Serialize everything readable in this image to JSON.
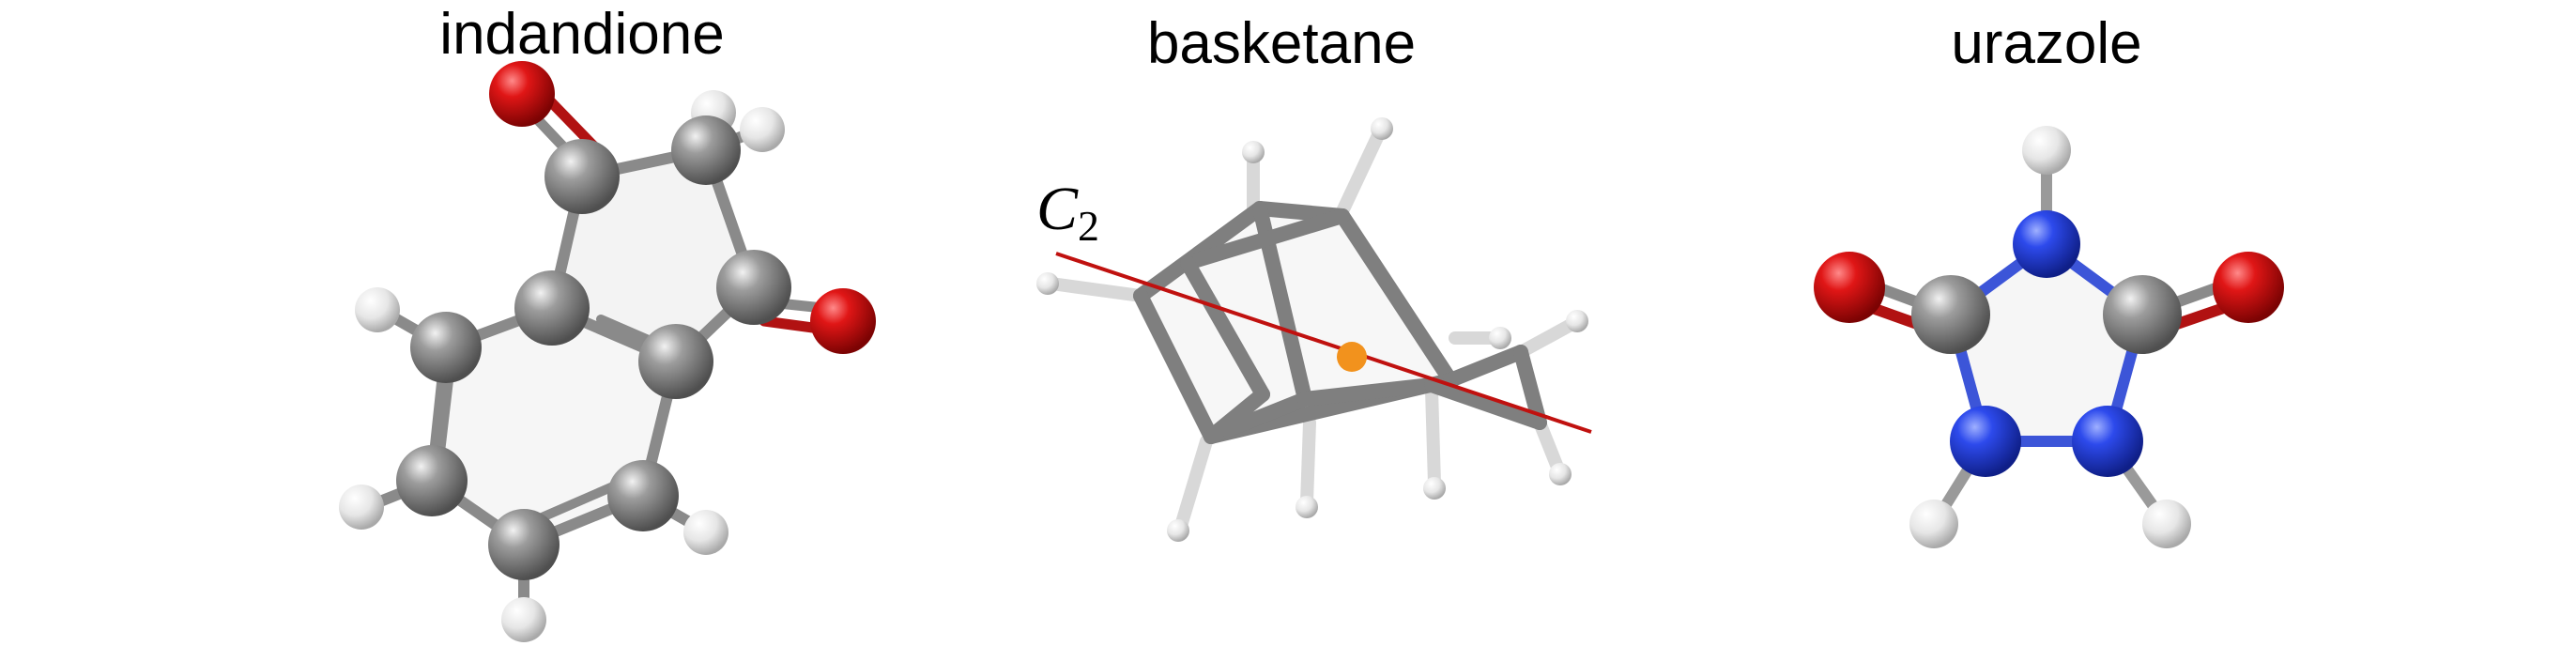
{
  "molecules": [
    {
      "name": "indandione"
    },
    {
      "name": "basketane"
    },
    {
      "name": "urazole"
    }
  ],
  "axis": {
    "symbol": "C",
    "subscript": "2"
  },
  "colors": {
    "carbon": "#7d7d7d",
    "hydrogen": "#ececec",
    "oxygen": "#d40f0f",
    "nitrogen": "#2a47e6",
    "bond": "#8a8a8a",
    "axis_line": "#c0110f",
    "axis_center": "#f2921d",
    "ring_fill": "#f4f4f4"
  }
}
